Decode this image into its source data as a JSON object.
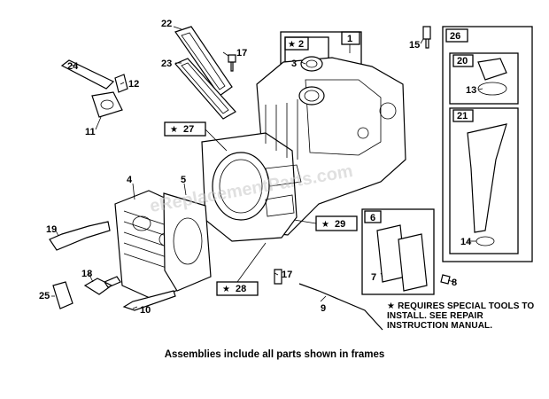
{
  "diagram": {
    "callouts": [
      "1",
      "2",
      "3",
      "4",
      "5",
      "6",
      "7",
      "8",
      "9",
      "10",
      "11",
      "12",
      "13",
      "14",
      "15",
      "17",
      "17",
      "18",
      "19",
      "20",
      "21",
      "22",
      "23",
      "24",
      "25",
      "26",
      "27",
      "28",
      "29"
    ],
    "starred_labels": [
      "2",
      "27",
      "28",
      "29"
    ],
    "star_glyph": "★",
    "watermark": "eReplacementParts.com",
    "note": "REQUIRES SPECIAL TOOLS TO INSTALL. SEE REPAIR INSTRUCTION MANUAL.",
    "caption": "Assemblies include all parts shown in frames"
  }
}
